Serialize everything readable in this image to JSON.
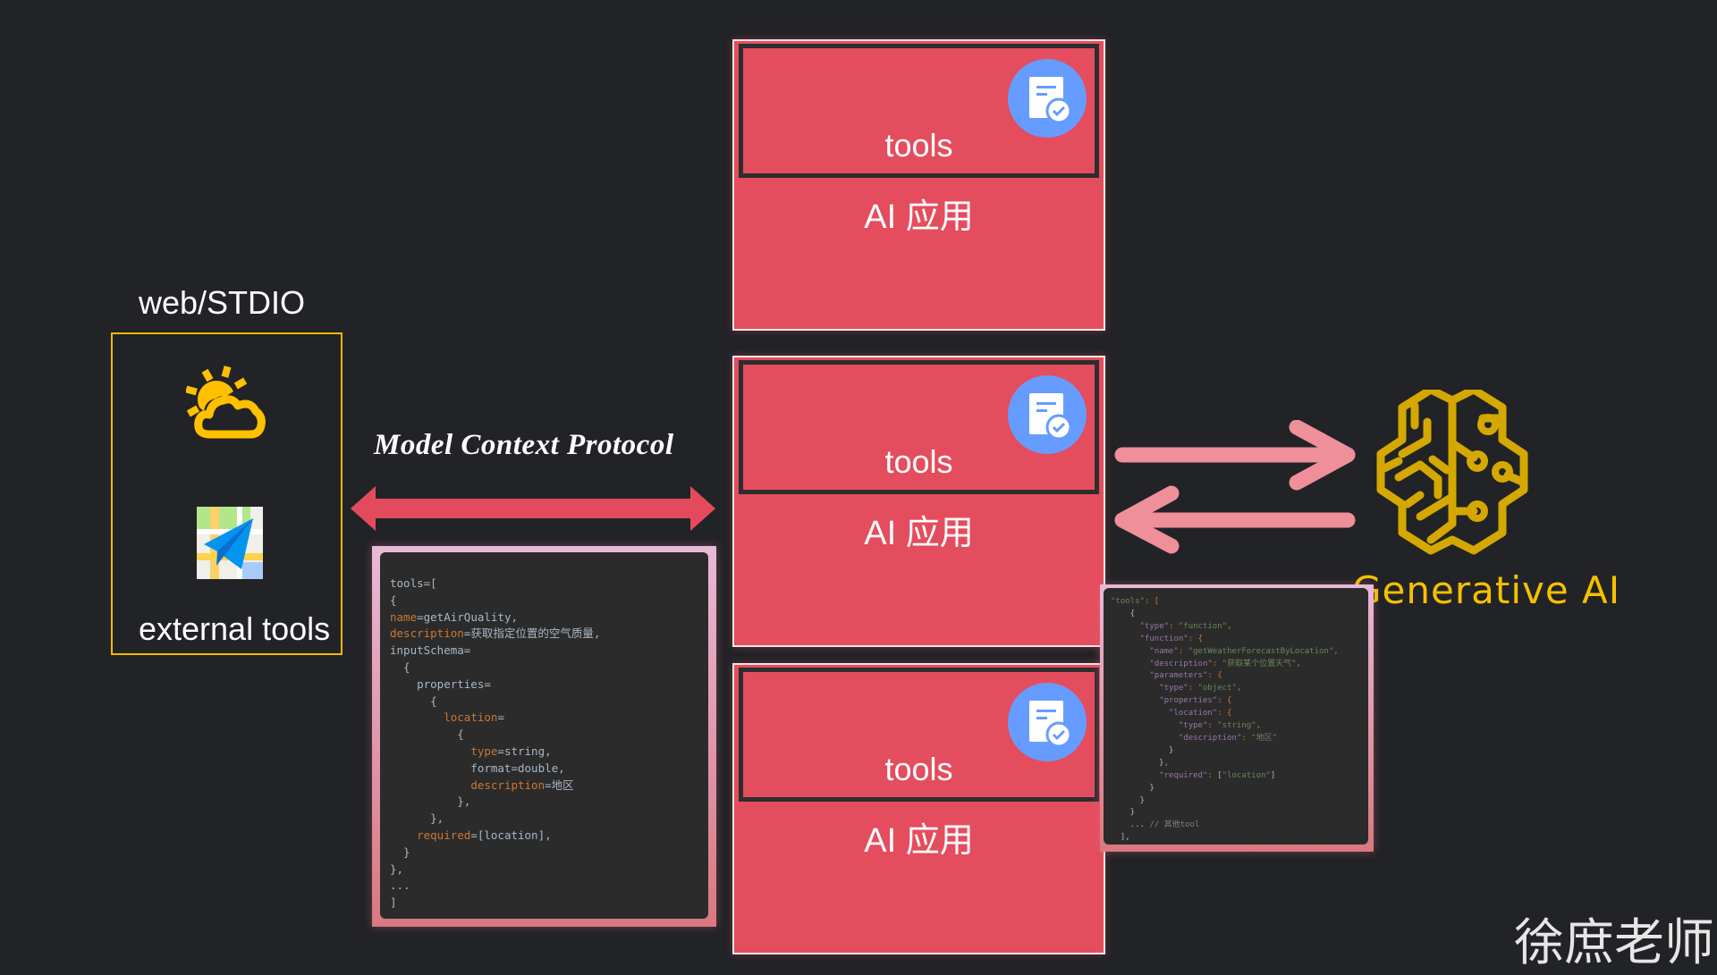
{
  "external": {
    "transport_label": "web/STDIO",
    "title": "external tools",
    "icons": [
      "weather-icon",
      "map-navigation-icon"
    ]
  },
  "protocol": {
    "label": "Model Context Protocol",
    "arrow_color": "#e34b5c"
  },
  "apps": [
    {
      "tools_label": "tools",
      "app_label": "AI 应用"
    },
    {
      "tools_label": "tools",
      "app_label": "AI 应用"
    },
    {
      "tools_label": "tools",
      "app_label": "AI 应用"
    }
  ],
  "llm": {
    "label": "Generative AI",
    "color": "#f5c000",
    "arrow_color": "#ee8f99"
  },
  "mcp_code": [
    [
      [
        "p",
        "tools=["
      ]
    ],
    [
      [
        "p",
        "{"
      ]
    ],
    [
      [
        "k",
        "name"
      ],
      [
        "p",
        "=getAirQuality,"
      ]
    ],
    [
      [
        "k",
        "description"
      ],
      [
        "p",
        "=获取指定位置的空气质量,"
      ]
    ],
    [
      [
        "p",
        "inputSchema="
      ]
    ],
    [
      [
        "p",
        "  {"
      ]
    ],
    [
      [
        "p",
        "    properties="
      ]
    ],
    [
      [
        "p",
        "      {"
      ]
    ],
    [
      [
        "p",
        "        "
      ],
      [
        "k",
        "location"
      ],
      [
        "p",
        "="
      ]
    ],
    [
      [
        "p",
        "          {"
      ]
    ],
    [
      [
        "p",
        "            "
      ],
      [
        "k",
        "type"
      ],
      [
        "p",
        "=string,"
      ]
    ],
    [
      [
        "p",
        "            format=double,"
      ]
    ],
    [
      [
        "p",
        "            "
      ],
      [
        "k",
        "description"
      ],
      [
        "p",
        "=地区"
      ]
    ],
    [
      [
        "p",
        "          },"
      ]
    ],
    [
      [
        "p",
        "      },"
      ]
    ],
    [
      [
        "p",
        "    "
      ],
      [
        "k",
        "required"
      ],
      [
        "p",
        "=[location],"
      ]
    ],
    [
      [
        "p",
        "  }"
      ]
    ],
    [
      [
        "p",
        "},"
      ]
    ],
    [
      [
        "p",
        "..."
      ]
    ],
    [
      [
        "p",
        "]"
      ]
    ]
  ],
  "function_call_code": [
    [
      [
        "s",
        "\"tools\""
      ],
      [
        "u",
        ": ["
      ]
    ],
    [
      [
        "p",
        "    {"
      ]
    ],
    [
      [
        "p",
        "      "
      ],
      [
        "j",
        "\"type\""
      ],
      [
        "u",
        ": "
      ],
      [
        "s",
        "\"function\""
      ],
      [
        "u",
        ","
      ]
    ],
    [
      [
        "p",
        "      "
      ],
      [
        "j",
        "\"function\""
      ],
      [
        "u",
        ": {"
      ]
    ],
    [
      [
        "p",
        "        "
      ],
      [
        "j",
        "\"name\""
      ],
      [
        "u",
        ": "
      ],
      [
        "s",
        "\"getWeatherForecastByLocation\""
      ],
      [
        "u",
        ","
      ]
    ],
    [
      [
        "p",
        "        "
      ],
      [
        "j",
        "\"description\""
      ],
      [
        "u",
        ": "
      ],
      [
        "s",
        "\"获取某个位置天气\""
      ],
      [
        "u",
        ","
      ]
    ],
    [
      [
        "p",
        "        "
      ],
      [
        "j",
        "\"parameters\""
      ],
      [
        "u",
        ": {"
      ]
    ],
    [
      [
        "p",
        "          "
      ],
      [
        "j",
        "\"type\""
      ],
      [
        "u",
        ": "
      ],
      [
        "s",
        "\"object\""
      ],
      [
        "u",
        ","
      ]
    ],
    [
      [
        "p",
        "          "
      ],
      [
        "j",
        "\"properties\""
      ],
      [
        "u",
        ": {"
      ]
    ],
    [
      [
        "p",
        "            "
      ],
      [
        "j",
        "\"location\""
      ],
      [
        "u",
        ": {"
      ]
    ],
    [
      [
        "p",
        "              "
      ],
      [
        "j",
        "\"type\""
      ],
      [
        "u",
        ": "
      ],
      [
        "s",
        "\"string\""
      ],
      [
        "u",
        ","
      ]
    ],
    [
      [
        "p",
        "              "
      ],
      [
        "j",
        "\"description\""
      ],
      [
        "u",
        ": "
      ],
      [
        "s",
        "\"地区\""
      ]
    ],
    [
      [
        "p",
        "            }"
      ]
    ],
    [
      [
        "p",
        "          }"
      ],
      [
        "u",
        ","
      ]
    ],
    [
      [
        "p",
        "          "
      ],
      [
        "j",
        "\"required\""
      ],
      [
        "u",
        ": "
      ],
      [
        "p",
        "["
      ],
      [
        "s",
        "\"location\""
      ],
      [
        "p",
        "]"
      ]
    ],
    [
      [
        "p",
        "        }"
      ]
    ],
    [
      [
        "p",
        "      }"
      ]
    ],
    [
      [
        "p",
        "    }"
      ]
    ],
    [
      [
        "p",
        "    ... "
      ],
      [
        "c",
        "// 其他tool"
      ]
    ],
    [
      [
        "p",
        "  ],"
      ]
    ]
  ],
  "watermark": "徐庶老师"
}
